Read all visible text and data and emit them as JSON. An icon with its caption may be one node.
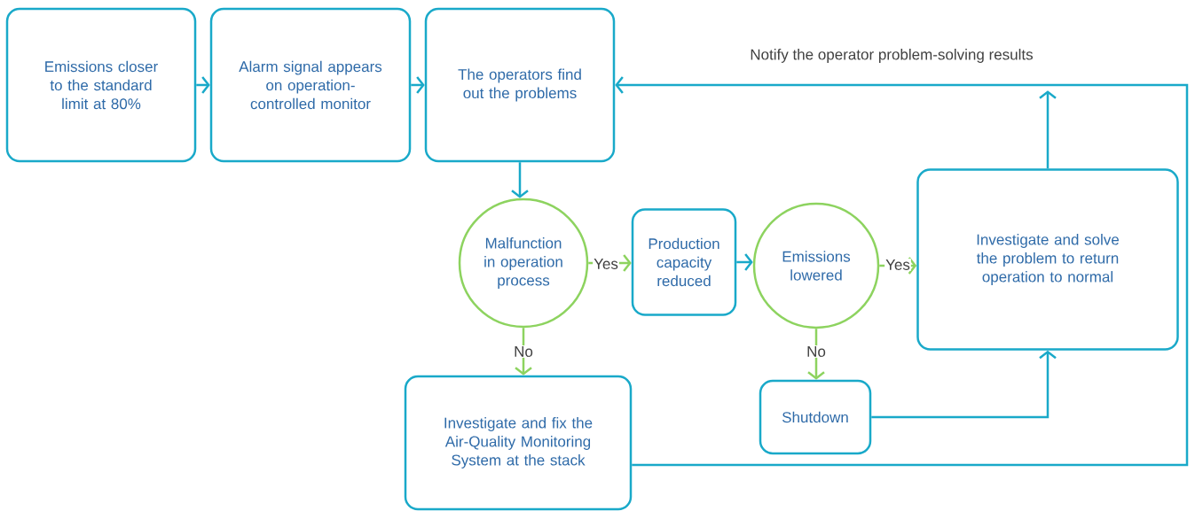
{
  "diagram": {
    "nodes": [
      {
        "text": [
          "Emissions closer to the standard limit at 80%"
        ]
      },
      {
        "text": [
          "Alarm signal appears on operation-controlled monitor"
        ]
      },
      {
        "text": [
          "The operators find out the problems"
        ]
      },
      {
        "text": [
          "Malfunction in operation process"
        ]
      },
      {
        "text": [
          "Production capacity reduced"
        ]
      },
      {
        "text": [
          "Emissions lowered"
        ]
      },
      {
        "text": [
          "Investigate and solve the problem to return operation to normal"
        ]
      },
      {
        "text": [
          "Investigate and fix the Air-Quality Monitoring System at the stack"
        ]
      },
      {
        "text": [
          "Shutdown"
        ]
      }
    ],
    "edges": [
      {
        "from": 0,
        "to": 1,
        "arrow": "to"
      },
      {
        "from": 1,
        "to": 2,
        "arrow": "to"
      },
      {
        "from": 2,
        "to": 3,
        "arrow": "to"
      },
      {
        "from": 3,
        "to": 4,
        "arrow": "to",
        "label": "Yes",
        "color": "#8dd35f"
      },
      {
        "from": 4,
        "to": 5,
        "arrow": "to"
      },
      {
        "from": 5,
        "to": 6,
        "arrow": "to",
        "label": "Yes",
        "color": "#8dd35f"
      },
      {
        "from": 3,
        "to": 7,
        "arrow": "to",
        "label": "No",
        "color": "#8dd35f"
      },
      {
        "from": 5,
        "to": 8,
        "arrow": "to",
        "label": "No",
        "color": "#8dd35f"
      },
      {
        "from": 8,
        "to": 6,
        "arrow": "to"
      },
      {
        "from": 6,
        "to": null,
        "arrow": "to"
      },
      {
        "from": 7,
        "to": 2,
        "arrow": "to",
        "label": "Notify the operator problem-solving results"
      }
    ]
  }
}
